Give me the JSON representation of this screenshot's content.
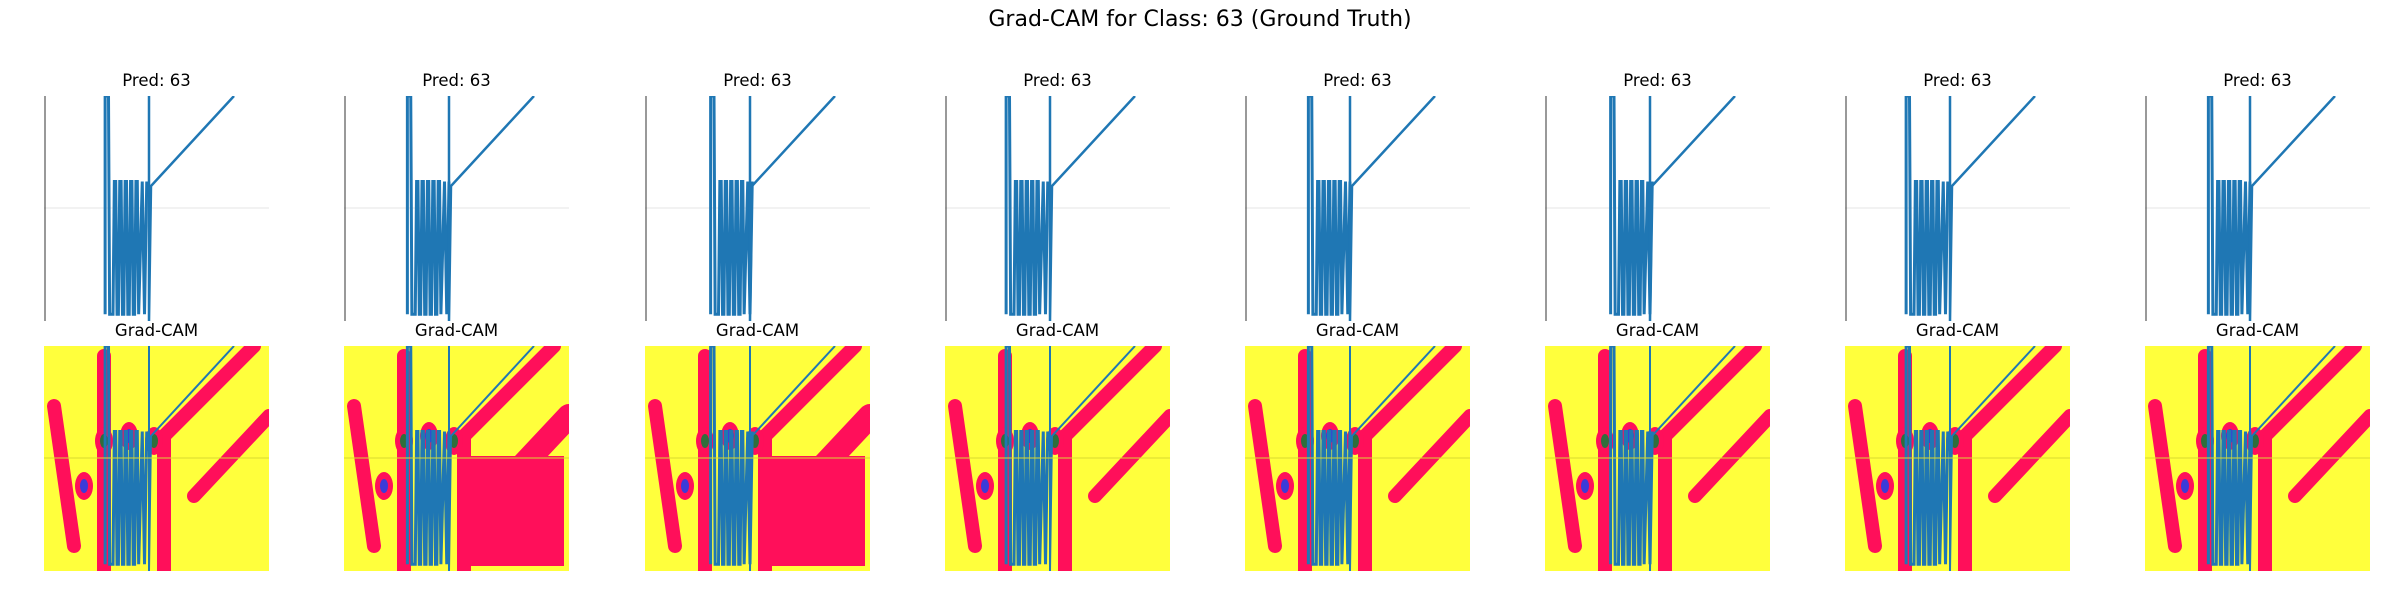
{
  "title": "Grad-CAM for Class: 63 (Ground Truth)",
  "colors": {
    "series": "#1f77b4",
    "heat_low": "#ffff3c",
    "heat_high": "#ff0f5a",
    "heat_peak_green": "#2f6e3b",
    "heat_peak_blue": "#3b3bd8",
    "grid": "#e6e6e6"
  },
  "chart_data": {
    "type": "small-multiples",
    "rows": [
      {
        "kind": "line",
        "titles": [
          "Pred: 63",
          "Pred: 63",
          "Pred: 63",
          "Pred: 63",
          "Pred: 63",
          "Pred: 63",
          "Pred: 63",
          "Pred: 63"
        ],
        "axes_visible": false,
        "grid": true
      },
      {
        "kind": "heatmap-overlay",
        "titles": [
          "Grad-CAM",
          "Grad-CAM",
          "Grad-CAM",
          "Grad-CAM",
          "Grad-CAM",
          "Grad-CAM",
          "Grad-CAM",
          "Grad-CAM"
        ],
        "colormap": "spring",
        "axes_visible": false
      }
    ],
    "panels": 8
  }
}
